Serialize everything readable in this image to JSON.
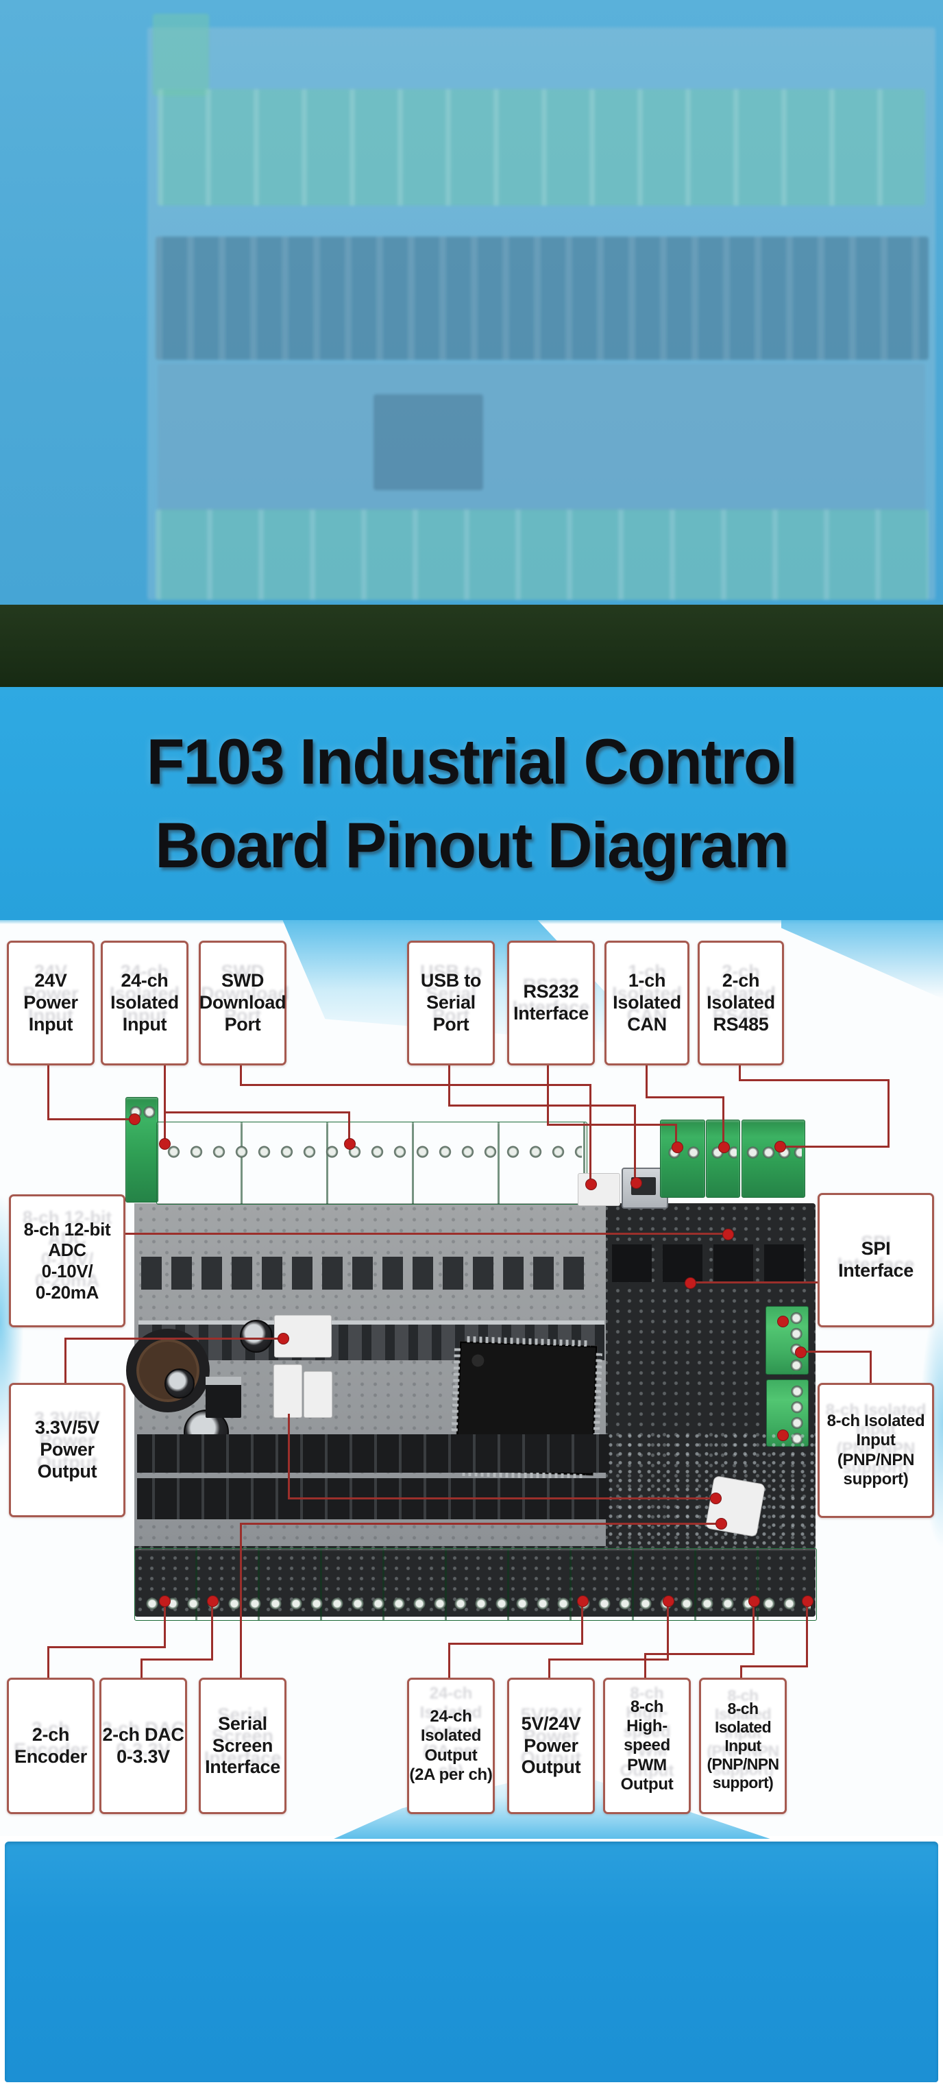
{
  "page_title": "F103 Industrial Control Board Pinout Diagram",
  "title": {
    "line1": "F103 Industrial Control",
    "line2": "Board Pinout Diagram"
  },
  "callouts": {
    "top": [
      {
        "label": "24V\nPower\nInput"
      },
      {
        "label": "24-ch\nIsolated\nInput"
      },
      {
        "label": "SWD\nDownload\nPort"
      },
      {
        "label": "USB to\nSerial\nPort"
      },
      {
        "label": "RS232\nInterface"
      },
      {
        "label": "1-ch\nIsolated\nCAN"
      },
      {
        "label": "2-ch\nIsolated\nRS485"
      }
    ],
    "left": [
      {
        "label": "8-ch 12-bit\nADC\n0-10V/\n0-20mA"
      },
      {
        "label": "3.3V/5V\nPower\nOutput"
      }
    ],
    "right": [
      {
        "label": "SPI\nInterface"
      },
      {
        "label": "8-ch Isolated\nInput\n(PNP/NPN\nsupport)"
      }
    ],
    "bottom": [
      {
        "label": "2-ch\nEncoder"
      },
      {
        "label": "2-ch DAC\n0-3.3V"
      },
      {
        "label": "Serial\nScreen\nInterface"
      },
      {
        "label": "24-ch\nIsolated\nOutput\n(2A per ch)"
      },
      {
        "label": "5V/24V\nPower\nOutput"
      },
      {
        "label": "8-ch\nHigh-speed\nPWM\nOutput"
      },
      {
        "label": "8-ch Isolated\nInput\n(PNP/NPN\nsupport)"
      }
    ]
  },
  "colors": {
    "title_band": "#2ba7e1",
    "dark_band": "#1d3119",
    "footer_blue": "#1e95d8",
    "callout_border": "#a65a50",
    "callout_line": "#9b2f2b",
    "board_green": "#2f9e54"
  }
}
